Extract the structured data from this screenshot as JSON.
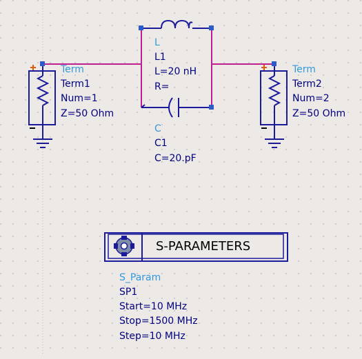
{
  "components": {
    "term1": {
      "type": "Term",
      "name": "Term1",
      "num": "Num=1",
      "z": "Z=50 Ohm"
    },
    "term2": {
      "type": "Term",
      "name": "Term2",
      "num": "Num=2",
      "z": "Z=50 Ohm"
    },
    "inductor": {
      "type": "L",
      "name": "L1",
      "value": "L=20 nH",
      "r": "R="
    },
    "capacitor": {
      "type": "C",
      "name": "C1",
      "value": "C=20.pF"
    }
  },
  "sparam": {
    "title": "S-PARAMETERS",
    "type": "S_Param",
    "name": "SP1",
    "start": "Start=10 MHz",
    "stop": "Stop=1500 MHz",
    "step": "Step=10 MHz"
  },
  "colors": {
    "background": "#ece9e7",
    "wire": "#c0208f",
    "symbol": "#1a1a9a",
    "label": "#000080",
    "type_label": "#3399dd",
    "pin": "#2d5cc8",
    "plus_marker": "#e05a10"
  }
}
